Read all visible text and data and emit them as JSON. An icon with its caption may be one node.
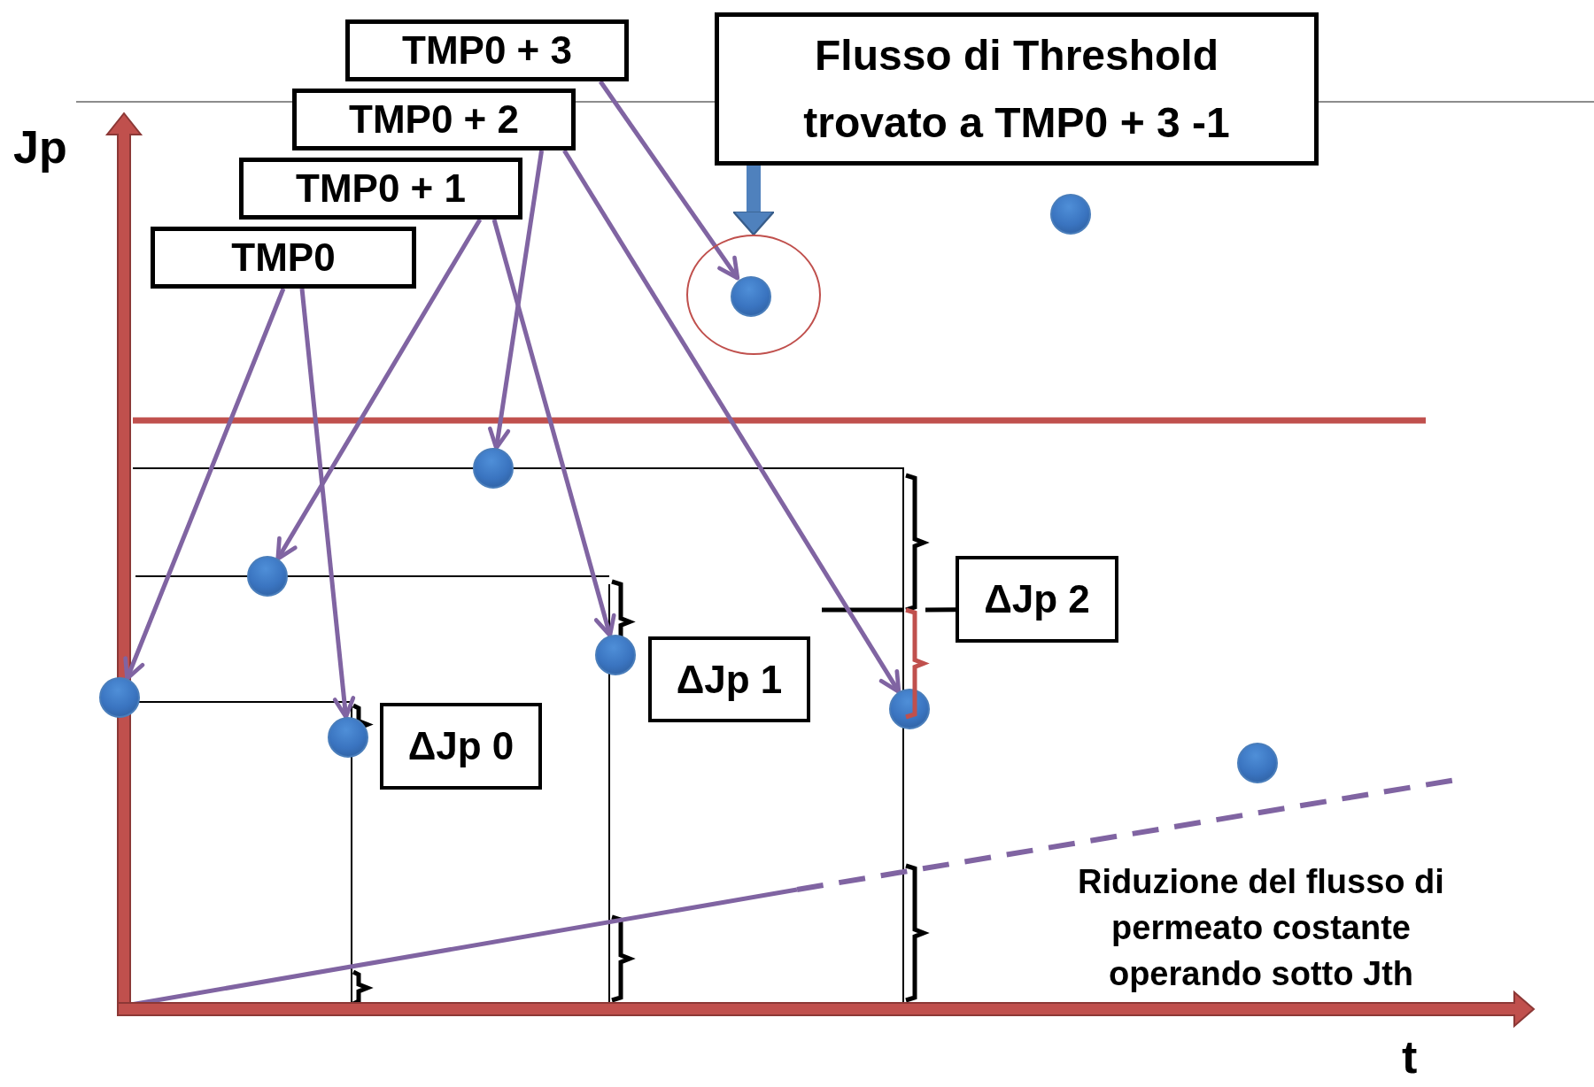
{
  "diagram": {
    "nodes": [
      {
        "text": [
          "TMP0 + 3"
        ]
      },
      {
        "text": [
          "TMP0 + 2"
        ]
      },
      {
        "text": [
          "TMP0 + 1"
        ]
      },
      {
        "text": [
          "TMP0"
        ]
      },
      {
        "text": [
          "Flusso di Threshold trovato a TMP0 + 3 -1"
        ]
      },
      {
        "text": [],
        "shape": "circle"
      },
      {
        "text": [],
        "shape": "circle",
        "in": 5
      },
      {
        "text": [],
        "shape": "circle"
      },
      {
        "text": [],
        "shape": "circle"
      },
      {
        "text": [],
        "shape": "circle"
      },
      {
        "text": [],
        "shape": "circle"
      },
      {
        "text": [],
        "shape": "circle"
      },
      {
        "text": [],
        "shape": "circle"
      },
      {
        "text": [],
        "shape": "circle"
      },
      {
        "text": [],
        "shape": "circle"
      },
      {
        "text": [
          "ΔJp 2"
        ]
      },
      {
        "text": [
          "ΔJp 1"
        ]
      },
      {
        "text": [
          "ΔJp 0"
        ]
      },
      {
        "text": [],
        "shape": "bracket"
      }
    ],
    "edges": [
      {
        "from": 4,
        "to": 5,
        "arrow": "to",
        "style": "thick",
        "color": "#4f81bd"
      },
      {
        "from": 0,
        "to": 6,
        "arrow": "to"
      },
      {
        "from": 1,
        "to": 10,
        "arrow": "to"
      },
      {
        "from": 1,
        "to": 12,
        "arrow": "to"
      },
      {
        "from": 2,
        "to": 8,
        "arrow": "to"
      },
      {
        "from": 2,
        "to": 11,
        "arrow": "to"
      },
      {
        "from": 3,
        "to": 7,
        "arrow": "to"
      },
      {
        "from": 3,
        "to": 9,
        "arrow": "to"
      },
      {
        "from": 15,
        "to": 18,
        "arrow": "none",
        "color": "#000000"
      }
    ],
    "labels": [
      "Jp",
      "t",
      "Riduzione del flusso di permeato costante operando sotto Jth"
    ]
  }
}
